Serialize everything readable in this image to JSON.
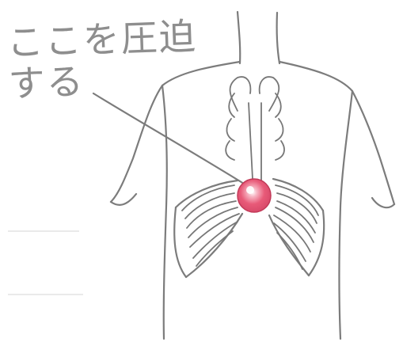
{
  "annotation": {
    "line1": "ここを圧迫",
    "line2": "する"
  },
  "colors": {
    "ink": "#7c7c7c",
    "marker_fill": "#e85a78",
    "marker_edge": "#c23a58",
    "background": "#ffffff"
  },
  "icons": {
    "marker": "pressure-point-marker"
  }
}
